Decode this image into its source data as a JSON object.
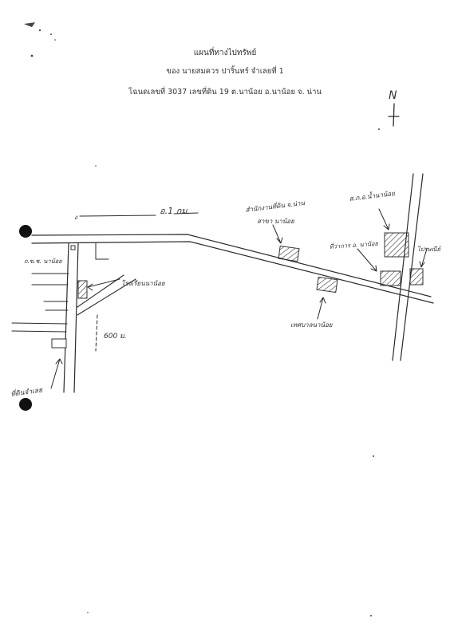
{
  "heading": {
    "title": "แผนที่ทางไปทรัพย์",
    "owner": "ของ นายสมควร ปาริ้นทร์ จำเลยที่ 1",
    "deed": "โฉนดเลขที่ 3037 เลขที่ดิน 19 ต.นาน้อย อ.นาน้อย จ. น่าน"
  },
  "north_label": "N",
  "distance_top": "อ.1 กม.",
  "distance_side": "600 ม.",
  "landmarks": {
    "office_district_line1": "สำนักงานที่ดิน จ.น่าน",
    "office_district_line2": "สาขา นาน้อย",
    "police_station": "ส.ภ.อ.น้ำนาน้อย",
    "district_office": "ที่ว่าการ อ. นาน้อย",
    "post_office": "ไปรษณีย์",
    "school": "โรงเรียนนาน้อย",
    "left_road_name": "ถ.ข.ช. นาน้อย",
    "municipality": "เทศบาลนาน้อย",
    "plot_label": "ที่ดินจำเลย"
  }
}
